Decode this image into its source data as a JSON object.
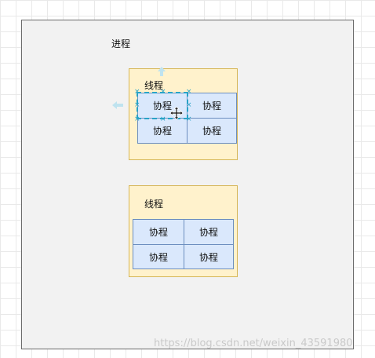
{
  "process": {
    "label": "进程"
  },
  "threads": [
    {
      "label": "线程",
      "coroutines": [
        "协程",
        "协程",
        "协程",
        "协程"
      ]
    },
    {
      "label": "线程",
      "coroutines": [
        "协程",
        "协程",
        "协程",
        "协程"
      ]
    }
  ],
  "watermark": "https://blog.csdn.net/weixin_43591980",
  "colors": {
    "process_fill": "#f2f2f2",
    "thread_fill": "#fff2cc",
    "thread_border": "#d6b656",
    "coroutine_fill": "#dae8fc",
    "coroutine_border": "#6c8ebf",
    "selection": "#29a3c7"
  },
  "icons": [
    "move-cursor-icon",
    "connect-arrow-up-icon",
    "connect-arrow-left-icon"
  ]
}
